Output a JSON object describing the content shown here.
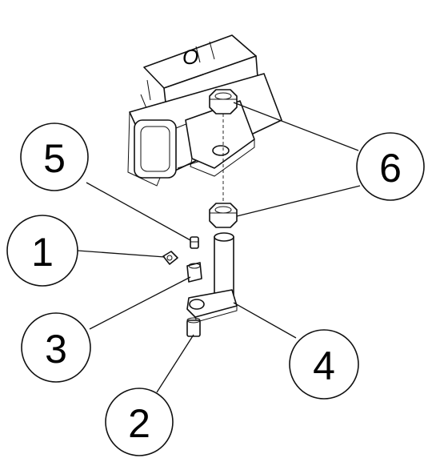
{
  "callouts": [
    {
      "id": "1",
      "label": "1"
    },
    {
      "id": "2",
      "label": "2"
    },
    {
      "id": "3",
      "label": "3"
    },
    {
      "id": "4",
      "label": "4"
    },
    {
      "id": "5",
      "label": "5"
    },
    {
      "id": "6",
      "label": "6"
    }
  ],
  "frame_marking": "O",
  "colors": {
    "line": "#111111",
    "background": "#ffffff"
  }
}
